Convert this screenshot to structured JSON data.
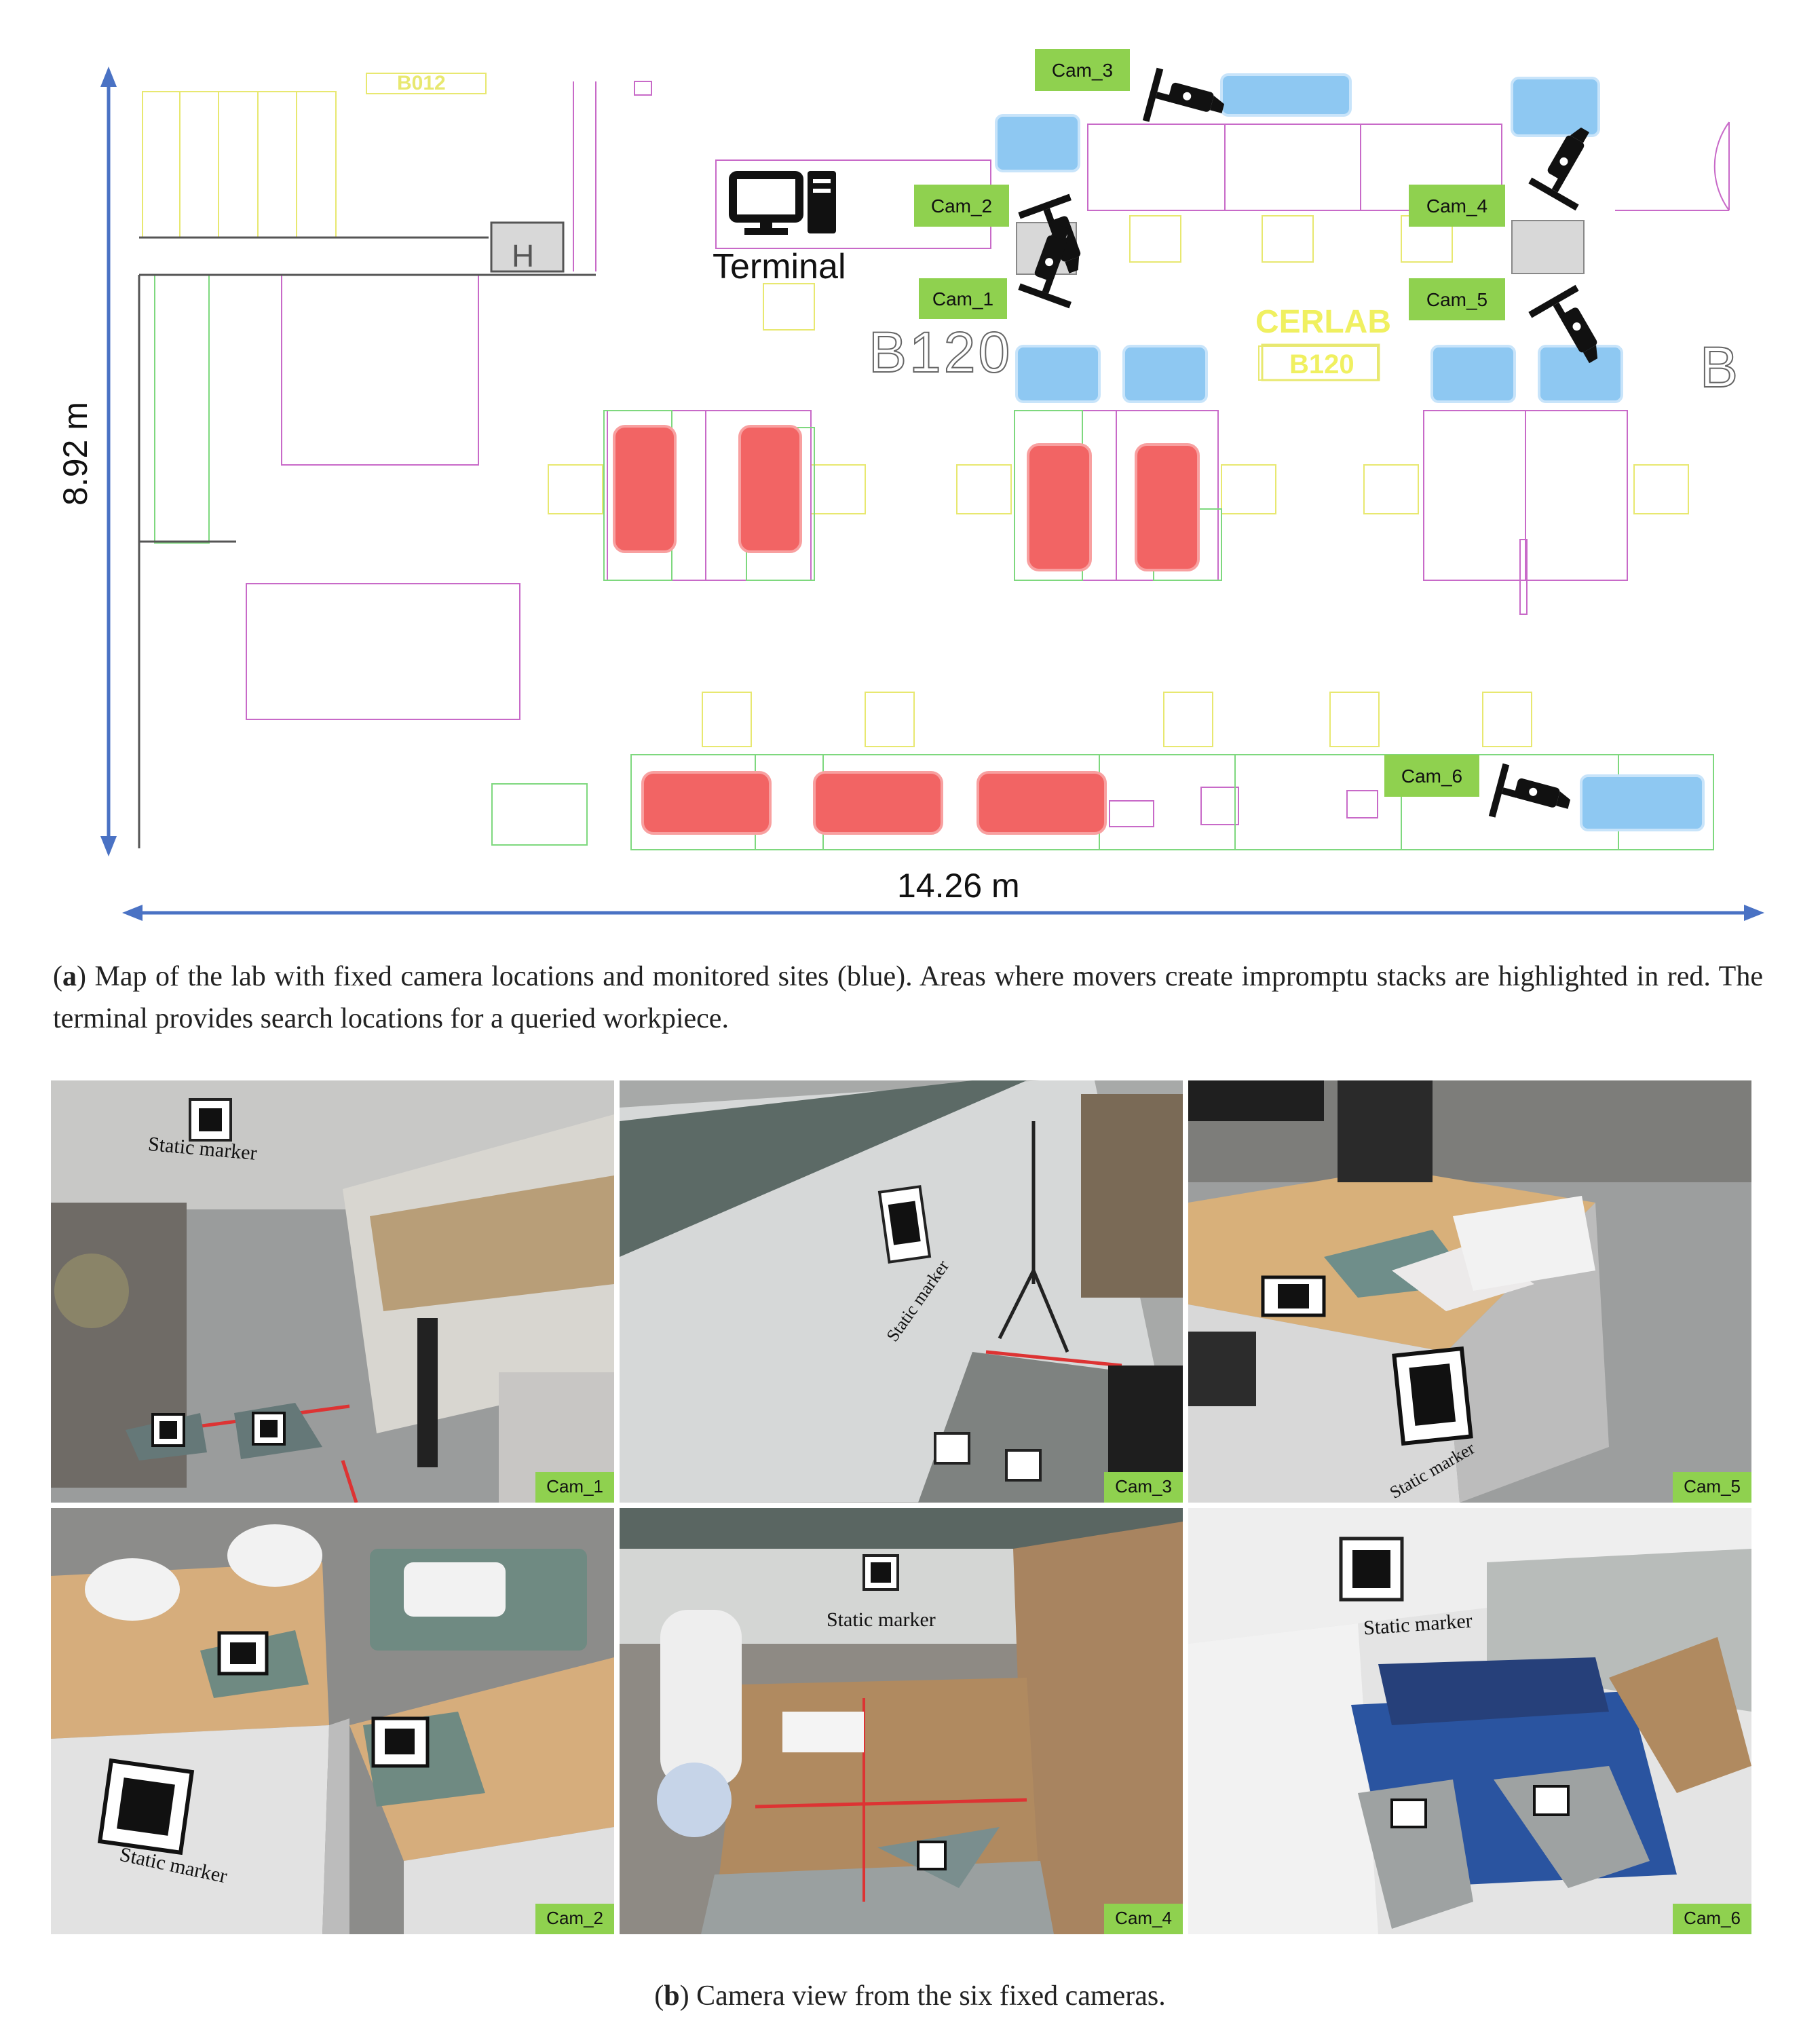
{
  "map": {
    "height_label": "8.92 m",
    "width_label": "14.26 m",
    "terminal_label": "Terminal",
    "room_label_left": "B120",
    "room_label_right": "B",
    "lab_name": "CERLAB",
    "lab_room": "B120",
    "top_room_label": "B012",
    "door_label": "H",
    "cameras": [
      {
        "id": "cam-1",
        "label": "Cam_1"
      },
      {
        "id": "cam-2",
        "label": "Cam_2"
      },
      {
        "id": "cam-3",
        "label": "Cam_3"
      },
      {
        "id": "cam-4",
        "label": "Cam_4"
      },
      {
        "id": "cam-5",
        "label": "Cam_5"
      },
      {
        "id": "cam-6",
        "label": "Cam_6"
      }
    ],
    "colors": {
      "monitored_site": "#8ec8f2",
      "impromptu_stack": "#f26464",
      "camera_tag": "#8fd14f",
      "dimension_arrow": "#4a72c4",
      "walls_magenta": "#c86ac8",
      "furniture_yellow": "#e8e870",
      "furniture_green": "#7ed87e"
    }
  },
  "caption_a": {
    "letter": "a",
    "text": "Map of the lab with fixed camera locations and monitored sites (blue). Areas where movers create impromptu stacks are highlighted in red. The terminal provides search locations for a queried workpiece."
  },
  "photos": [
    {
      "id": "cam-1",
      "tag": "Cam_1",
      "marker_label": "Static marker"
    },
    {
      "id": "cam-3",
      "tag": "Cam_3",
      "marker_label": "Static marker"
    },
    {
      "id": "cam-5",
      "tag": "Cam_5",
      "marker_label": "Static marker"
    },
    {
      "id": "cam-2",
      "tag": "Cam_2",
      "marker_label": "Static marker"
    },
    {
      "id": "cam-4",
      "tag": "Cam_4",
      "marker_label": "Static marker"
    },
    {
      "id": "cam-6",
      "tag": "Cam_6",
      "marker_label": "Static marker"
    }
  ],
  "caption_b": {
    "letter": "b",
    "text": "Camera view from the six fixed cameras."
  }
}
